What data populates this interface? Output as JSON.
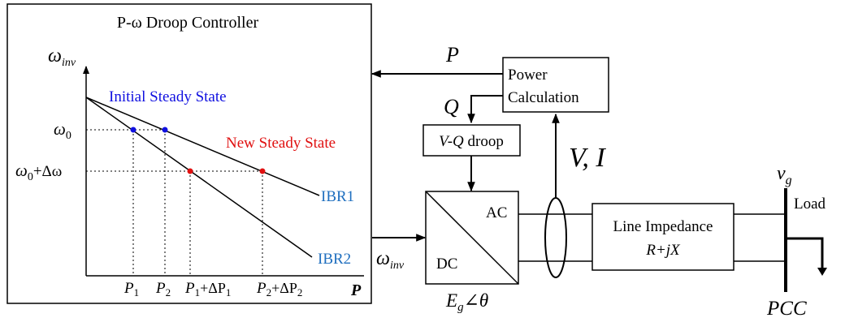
{
  "controller": {
    "title": "P-ω Droop Controller",
    "y_axis_label": "ω",
    "y_axis_sub": "inv",
    "x_axis_label": "P",
    "initial_state_label": "Initial Steady State",
    "new_state_label": "New Steady State",
    "ibr1_label": "IBR1",
    "ibr2_label": "IBR2",
    "y_tick_omega0": {
      "base": "ω",
      "sub": "0"
    },
    "y_tick_omega0_delta": {
      "base": "ω",
      "sub": "0",
      "suffix": "+Δω"
    },
    "x_ticks": [
      {
        "base": "P",
        "sub": "1",
        "suffix": ""
      },
      {
        "base": "P",
        "sub": "2",
        "suffix": ""
      },
      {
        "base": "P",
        "sub": "1",
        "suffix": "+ΔP",
        "sub2": "1"
      },
      {
        "base": "P",
        "sub": "2",
        "suffix": "+ΔP",
        "sub2": "2"
      }
    ],
    "colors": {
      "initial": "#1010e0",
      "new": "#e01010",
      "ibr": "#1f6fbf"
    }
  },
  "signals": {
    "p_label": "P",
    "q_label": "Q",
    "omega_label": "ω",
    "omega_sub": "inv",
    "vi_label": "V, I"
  },
  "blocks": {
    "power_calc_line1": "Power",
    "power_calc_line2": "Calculation",
    "vq_droop_var": "V-Q",
    "vq_droop_word": "droop",
    "inverter_ac": "AC",
    "inverter_dc": "DC",
    "inverter_source": {
      "base": "E",
      "sub": "g",
      "suffix": "∠θ"
    },
    "line_impedance_line1": "Line Impedance",
    "line_impedance_line2": "R+jX"
  },
  "grid": {
    "vg": {
      "base": "v",
      "sub": "g"
    },
    "load_label": "Load",
    "pcc_label": "PCC"
  }
}
